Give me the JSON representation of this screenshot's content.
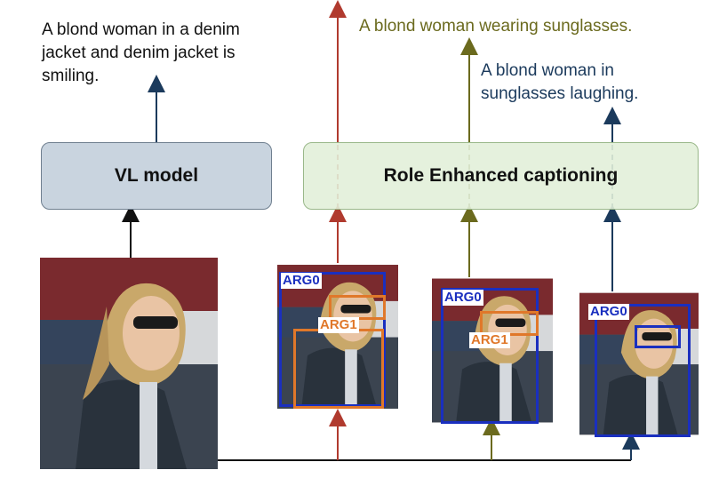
{
  "captions": {
    "baseline": "A blond woman in a denim jacket and denim jacket is smiling.",
    "arg1": "A blond woman wearing sunglasses.",
    "arg0": "A blond woman in sunglasses laughing."
  },
  "boxes": {
    "vl_model": "VL model",
    "role_enhanced": "Role Enhanced captioning"
  },
  "labels": {
    "arg0": "ARG0",
    "arg1": "ARG1"
  },
  "colors": {
    "baseline_arrow": "#1b3a5c",
    "red_arrow": "#b03a2e",
    "olive_arrow": "#6b6a1e",
    "navy_arrow": "#1b3a5c",
    "arg0_box": "#1a2fbf",
    "arg1_box": "#e0782a",
    "vl_fill": "#c9d4df",
    "role_fill": "#e2efd9"
  },
  "icons": [
    "woman-photo"
  ]
}
